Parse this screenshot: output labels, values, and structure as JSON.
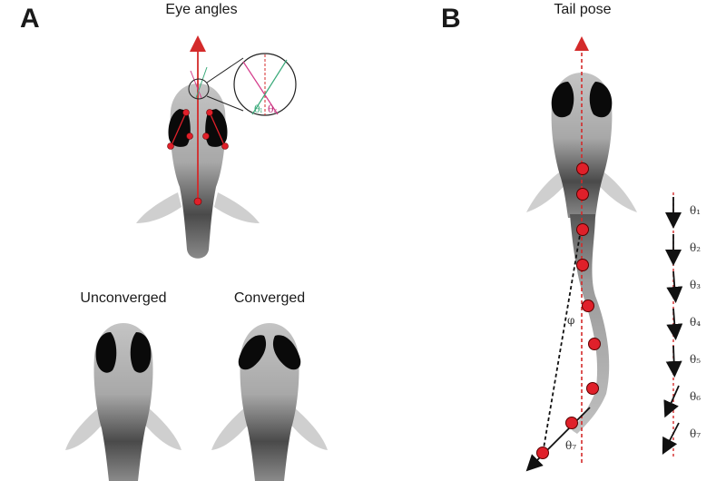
{
  "panel_a": {
    "letter": "A",
    "title": "Eye angles",
    "unconverged_label": "Unconverged",
    "converged_label": "Converged",
    "theta_left": "θₗ",
    "theta_right": "θᵣ"
  },
  "panel_b": {
    "letter": "B",
    "title": "Tail pose",
    "phi": "φ",
    "theta7_tail": "θ₇",
    "thetas": [
      "θ₁",
      "θ₂",
      "θ₃",
      "θ₄",
      "θ₅",
      "θ₆",
      "θ₇"
    ]
  },
  "colors": {
    "axis_red": "#d42a2a",
    "point_red": "#e0202a",
    "eye_black": "#0a0a0a",
    "body_gray": "#b4b4b4"
  }
}
